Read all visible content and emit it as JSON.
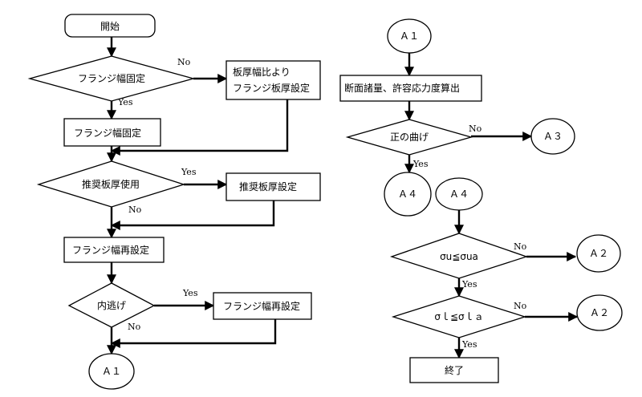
{
  "left": {
    "start": "開始",
    "d1": "フランジ幅固定",
    "d1_no": "No",
    "d1_yes": "Yes",
    "p1": "板厚幅比より",
    "p1b": "フランジ板厚設定",
    "p2": "フランジ幅固定",
    "d2": "推奨板厚使用",
    "d2_yes": "Yes",
    "d2_no": "No",
    "p3": "推奨板厚設定",
    "p4": "フランジ幅再設定",
    "d3": "内逃げ",
    "d3_yes": "Yes",
    "d3_no": "No",
    "p5": "フランジ幅再設定",
    "end": "Ａ１"
  },
  "right": {
    "c_a1": "Ａ１",
    "p1": "断面諸量、許容応力度算出",
    "d1": "正の曲げ",
    "d1_no": "No",
    "d1_yes": "Yes",
    "c_a3": "Ａ３",
    "c_a4_out": "Ａ４",
    "c_a4_in": "Ａ４",
    "d2": "σu≦σua",
    "d2_no": "No",
    "d2_yes": "Yes",
    "c_a2_1": "Ａ２",
    "d3": "σｌ≦σｌａ",
    "d3_no": "No",
    "d3_yes": "Yes",
    "c_a2_2": "Ａ２",
    "end": "終了"
  }
}
